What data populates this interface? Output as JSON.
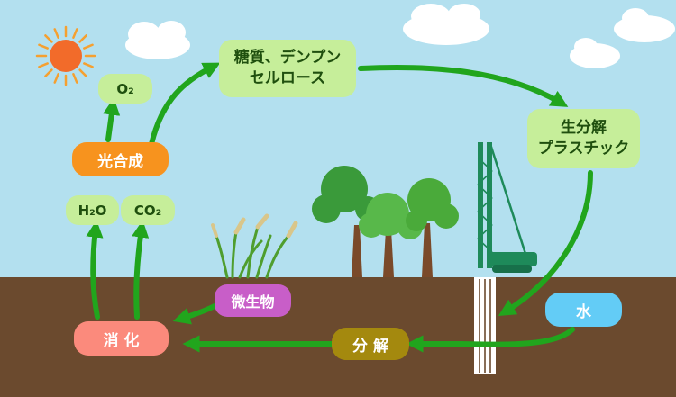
{
  "diagram": {
    "sugar_node": "糖質、デンプン\nセルロース",
    "bioplastic_node": "生分解\nプラスチック",
    "o2_node": "O₂",
    "photosynthesis_node": "光合成",
    "h2o_node": "H₂O",
    "co2_node": "CO₂",
    "microbes_node": "微生物",
    "digestion_node": "消 化",
    "decomposition_node": "分 解",
    "water_node": "水"
  },
  "colors": {
    "sky": "#b3e0ef",
    "soil": "#6b4a2e",
    "arrow": "#21a51d",
    "sun": "#f26b2a",
    "tree": "#3a9a3a"
  }
}
